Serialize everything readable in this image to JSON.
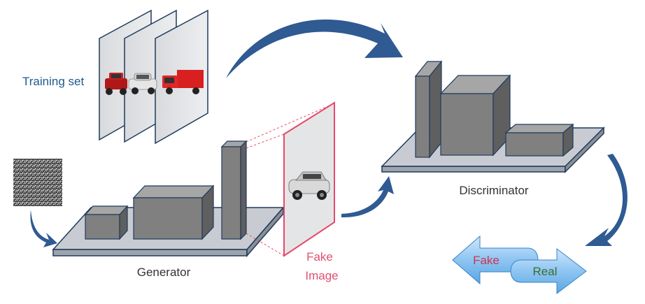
{
  "labels": {
    "training_set": "Training set",
    "generator": "Generator",
    "discriminator": "Discriminator",
    "fake_image_line1": "Fake",
    "fake_image_line2": "Image",
    "output_fake": "Fake",
    "output_real": "Real"
  },
  "colors": {
    "training_label": "#1f5a8c",
    "fake_image_label": "#e0506e",
    "fake_image_border": "#e8476a",
    "arrow_blue": "#2f5a92",
    "output_fake_text": "#d0334f",
    "output_real_text": "#3a6e2a",
    "block_front": "#808080",
    "block_top": "#a6a6a6",
    "block_side": "#5f5f5f",
    "platform": "#c8ccd2",
    "edge": "#1f3a5c"
  },
  "icons": {
    "noise": "random-noise-image-icon",
    "cars": "car-photo-icon"
  }
}
